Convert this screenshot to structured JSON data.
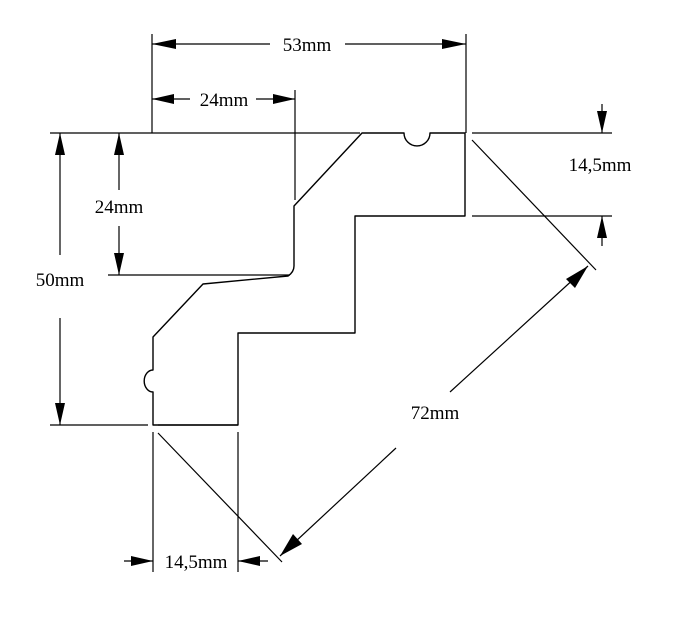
{
  "dimensions": {
    "overall_width": "53mm",
    "inner_width": "24mm",
    "inner_height": "24mm",
    "overall_height": "50mm",
    "top_thickness": "14,5mm",
    "bottom_thickness": "14,5mm",
    "diagonal": "72mm"
  },
  "colors": {
    "line": "#000000",
    "background": "#ffffff"
  }
}
